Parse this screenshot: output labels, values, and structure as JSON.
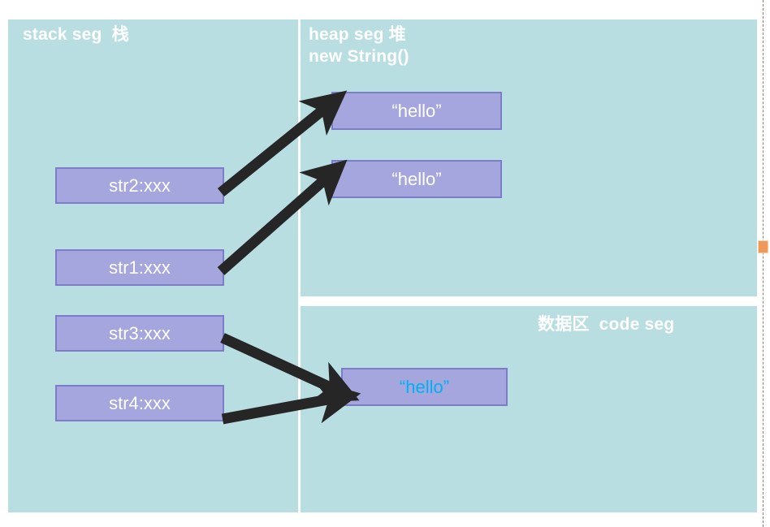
{
  "diagram": {
    "title": "Java String memory layout diagram",
    "background_color": "#ffffff",
    "panel_color": "#b8dee2",
    "box_fill": "#a6a6de",
    "box_border": "#7c7cc8",
    "arrow_color": "#262626",
    "literal_text_color": "#00b0f0",
    "label_text_color": "#ffffff"
  },
  "panels": {
    "stack": {
      "title": "stack seg  栈"
    },
    "heap": {
      "title": "heap seg 堆\nnew String()"
    },
    "code": {
      "title": "数据区  code seg"
    }
  },
  "stack_boxes": [
    {
      "label": "str2:xxx"
    },
    {
      "label": "str1:xxx"
    },
    {
      "label": "str3:xxx"
    },
    {
      "label": "str4:xxx"
    }
  ],
  "heap_boxes": [
    {
      "label": "“hello”"
    },
    {
      "label": "“hello”"
    }
  ],
  "code_boxes": [
    {
      "label": "“hello”"
    }
  ],
  "arrows": [
    {
      "from": "str2:xxx",
      "to": "heap box 1"
    },
    {
      "from": "str1:xxx",
      "to": "heap box 2"
    },
    {
      "from": "str3:xxx",
      "to": "code box 1"
    },
    {
      "from": "str4:xxx",
      "to": "code box 1"
    }
  ],
  "guide": {
    "handle_color": "#f0985a"
  }
}
